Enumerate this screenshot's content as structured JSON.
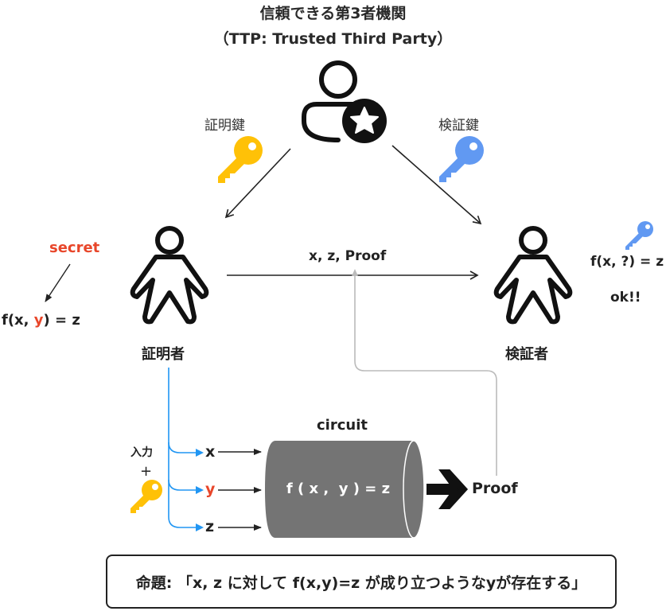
{
  "ttp": {
    "title_line1": "信頼できる第3者機関",
    "title_line2": "（TTP: Trusted Third Party）",
    "icon": "person-star-icon"
  },
  "keys": {
    "proving_key_label": "証明鍵",
    "verification_key_label": "検証鍵",
    "proving_key_color": "#FFC107",
    "verification_key_color": "#6199F2"
  },
  "prover": {
    "label": "証明者",
    "secret_label": "secret",
    "formula_prefix": "f(x, ",
    "formula_secret": "y",
    "formula_suffix": ") = z"
  },
  "verifier": {
    "label": "検証者",
    "formula": "f(x, ?) = z",
    "result": "ok!!"
  },
  "message": {
    "label": "x, z, Proof"
  },
  "inputs": {
    "label": "入力",
    "plus": "+",
    "x": "x",
    "y": "y",
    "z": "z",
    "branch_color": "#2196F3"
  },
  "circuit": {
    "label": "circuit",
    "formula": "f ( x ,  y ) = z",
    "body_color": "#747474",
    "output_label": "Proof"
  },
  "proposition": {
    "text": "命題: 「x, z に対して f(x,y)=z が成り立つようなyが存在する」"
  },
  "colors": {
    "secret": "#E8462A",
    "feedback_line": "#BBBBBB"
  }
}
